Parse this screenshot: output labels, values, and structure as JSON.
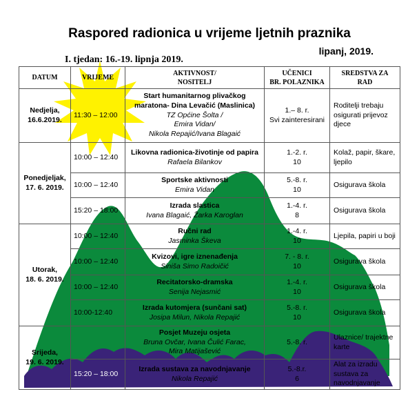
{
  "title": "Raspored radionica u vrijeme ljetnih praznika",
  "date_label": "lipanj, 2019.",
  "week_label": "I. tjedan: 16.-19. lipnja 2019.",
  "headers": {
    "datum": "DATUM",
    "vrijeme": "VRIJEME",
    "aktivnost_1": "AKTIVNOST/",
    "aktivnost_2": "NOSITELJ",
    "ucenici_1": "UČENICI",
    "ucenici_2": "BR. POLAZNIKA",
    "sredstva_1": "SREDSTVA ZA",
    "sredstva_2": "RAD"
  },
  "days": [
    {
      "line1": "Nedjelja,",
      "line2": "16.6.2019."
    },
    {
      "line1": "Ponedjeljak,",
      "line2": "17. 6. 2019."
    },
    {
      "line1": "Utorak,",
      "line2": "18. 6. 2019."
    },
    {
      "line1": "Srijeda,",
      "line2": "19. 6. 2019."
    }
  ],
  "rows": [
    {
      "time": "11:30 – 12:00",
      "title": "Start humanitarnog plivačkog maratona- Dina Levačić (Maslinica)",
      "hosts": [
        "TZ Općine Šolta /",
        "Emira Vidan/",
        "Nikola Repajić/Ivana Blagaić"
      ],
      "students_1": "1.– 8. r.",
      "students_2": "Svi zainteresirani",
      "resources": "Roditelji trebaju osigurati prijevoz djece"
    },
    {
      "time": "10:00 – 12:40",
      "title": "Likovna radionica-životinje od papira",
      "hosts": [
        "Rafaela Bilankov"
      ],
      "students_1": "1.-2. r.",
      "students_2": "10",
      "resources": "Kolaž, papir, škare, ljepilo"
    },
    {
      "time": "10:00 – 12:40",
      "title": "Sportske aktivnosti",
      "hosts": [
        "Emira Vidan"
      ],
      "students_1": "5.-8. r.",
      "students_2": "10",
      "resources": "Osigurava škola"
    },
    {
      "time": "15:20 – 18:00",
      "title": "Izrada slastica",
      "hosts": [
        "Ivana Blagaić, Žarka Karoglan"
      ],
      "students_1": "1.-4. r.",
      "students_2": "8",
      "resources": "Osigurava škola"
    },
    {
      "time": "10:00 – 12:40",
      "title": "Ručni rad",
      "hosts": [
        "Jasminka Škeva"
      ],
      "students_1": "1.-4. r.",
      "students_2": "10",
      "resources": "Ljepila, papiri u boji"
    },
    {
      "time": "10:00 – 12:40",
      "title": "Kvizovi, igre iznenađenja",
      "hosts": [
        "Siniša Simo Radoičić"
      ],
      "students_1": "7. - 8. r.",
      "students_2": "10",
      "resources": "Osigurava škola"
    },
    {
      "time": "10:00 – 12:40",
      "title": "Recitatorsko-dramska",
      "hosts": [
        "Senija Nejasmić"
      ],
      "students_1": "1.-4. r.",
      "students_2": "10",
      "resources": "Osigurava škola"
    },
    {
      "time": "10:00-12:40",
      "title": "Izrada kutomjera (sunčani sat)",
      "hosts": [
        "Josipa Milun, Nikola Repajić"
      ],
      "students_1": "5.-8. r.",
      "students_2": "10",
      "resources": "Osigurava škola"
    },
    {
      "time": "",
      "title": "Posjet Muzeju osjeta",
      "hosts": [
        "Bruna Ovčar, Ivana Čulić Farac,",
        "Mira Matijašević"
      ],
      "students_1": "5.-8. r.",
      "students_2": "",
      "resources": "Ulaznice/ trajektne karte"
    },
    {
      "time": "15:20 – 18:00",
      "title": "Izrada sustava za navodnjavanje",
      "hosts": [
        "Nikola Repajić"
      ],
      "students_1": "5.-8.r.",
      "students_2": "6",
      "resources": "Alat za izradu sustava za navodnjavanje"
    }
  ],
  "colors": {
    "sun": "#fff200",
    "green_hills": "#0b8a3c",
    "purple_hills": "#3a2378",
    "border": "#555555"
  }
}
